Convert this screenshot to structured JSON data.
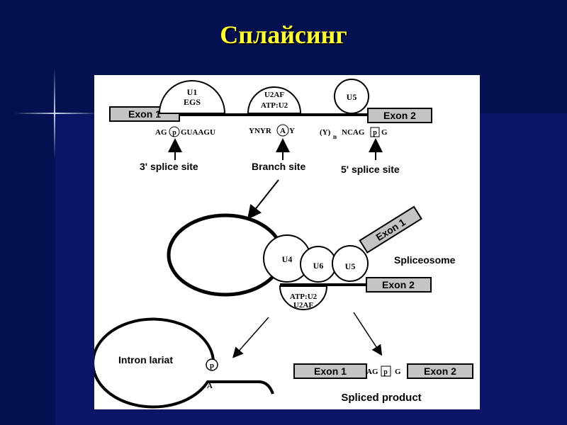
{
  "title": "Сплайсинг",
  "diagram": {
    "top": {
      "exon1": "Exon 1",
      "exon2": "Exon 2",
      "u1_line1": "U1",
      "u1_line2": "EGS",
      "u2af_line1": "U2AF",
      "u2af_line2": "ATP:U2",
      "u5": "U5",
      "seq_left_ag": "AG",
      "seq_left_p": "p",
      "seq_left_rest": "GUAAGU",
      "seq_mid_left": "YNYR",
      "seq_mid_a": "A",
      "seq_mid_right": "Y",
      "seq_right_y": "(Y)",
      "seq_right_n": "n",
      "seq_right_ncag": "NCAG",
      "seq_right_p": "p",
      "seq_right_g": "G",
      "label_3prime": "3' splice site",
      "label_branch": "Branch site",
      "label_5prime": "5' splice site"
    },
    "spliceosome": {
      "u4": "U4",
      "u6": "U6",
      "u5": "U5",
      "exon1": "Exon 1",
      "exon2": "Exon 2",
      "label": "Spliceosome",
      "atp_line1": "ATP:U2",
      "atp_line2": "U2AF"
    },
    "lariat": {
      "label": "Intron lariat",
      "p": "p",
      "a": "A"
    },
    "product": {
      "exon1": "Exon 1",
      "ag": "AG",
      "p": "p",
      "g": "G",
      "exon2": "Exon 2",
      "label": "Spliced product"
    }
  }
}
